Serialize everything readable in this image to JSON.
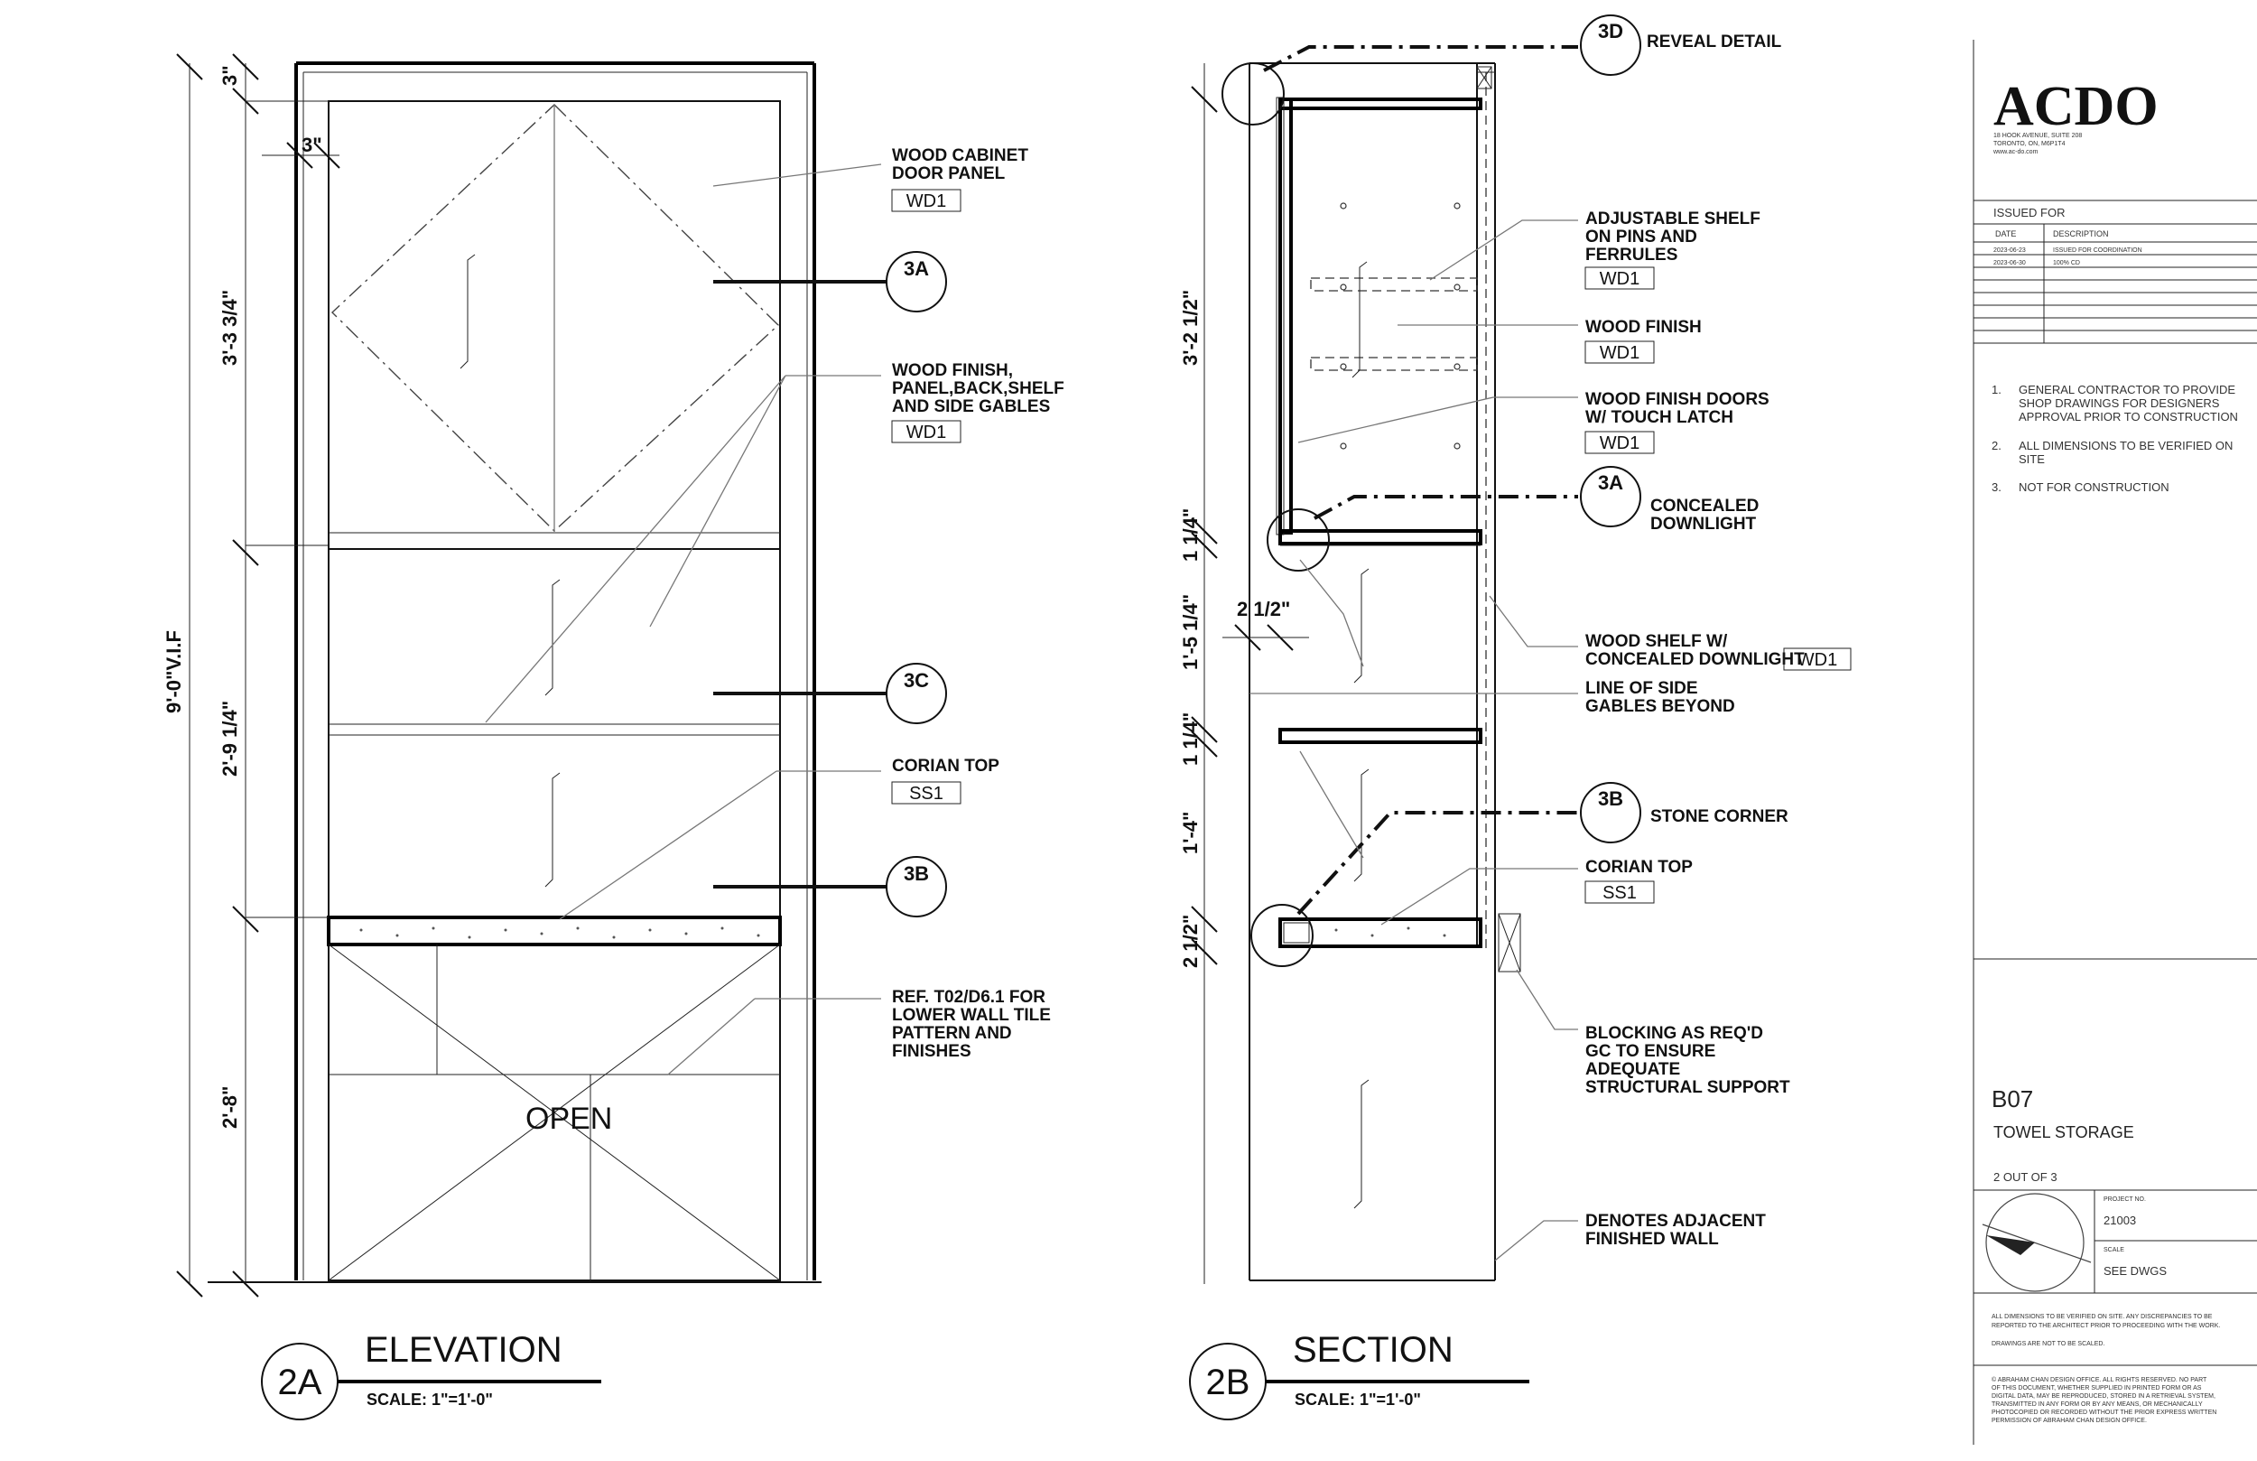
{
  "elevation": {
    "title": "ELEVATION",
    "scale": "SCALE: 1\"=1'-0\"",
    "tag": "2A",
    "dims": {
      "top": "3\"",
      "upper": "3'-3 3/4\"",
      "middle": "2'-9 1/4\"",
      "lower": "2'-8\"",
      "overall": "9'-0\"V.I.F",
      "reveal": "3\""
    },
    "open_label": "OPEN",
    "notes": [
      {
        "lines": [
          "WOOD CABINET",
          "DOOR PANEL"
        ],
        "tag": "WD1"
      },
      {
        "lines": [
          "WOOD FINISH,",
          "PANEL,BACK,SHELF",
          "AND SIDE GABLES"
        ],
        "tag": "WD1"
      },
      {
        "lines": [
          "CORIAN TOP"
        ],
        "tag": "SS1"
      },
      {
        "lines": [
          "REF. T02/D6.1 FOR",
          "LOWER WALL TILE",
          "PATTERN AND",
          "FINISHES"
        ]
      }
    ],
    "bubbles": [
      "3A",
      "3C",
      "3B"
    ]
  },
  "section": {
    "title": "SECTION",
    "scale": "SCALE: 1\"=1'-0\"",
    "tag": "2B",
    "dims": {
      "upper": "3'-2 1/2\"",
      "shelf1": "1 1/4\"",
      "middle": "1'-5 1/4\"",
      "reveal": "2 1/2\"",
      "shelf2": "1 1/4\"",
      "lower": "1'-4\"",
      "top": "2 1/2\""
    },
    "notes": [
      {
        "lines": [
          "REVEAL DETAIL"
        ],
        "bubble": "3D"
      },
      {
        "lines": [
          "ADJUSTABLE SHELF",
          "ON PINS AND",
          "FERRULES"
        ],
        "tag": "WD1"
      },
      {
        "lines": [
          "WOOD FINISH"
        ],
        "tag": "WD1"
      },
      {
        "lines": [
          "WOOD FINISH DOORS",
          "W/ TOUCH LATCH"
        ],
        "tag": "WD1"
      },
      {
        "lines": [
          "CONCEALED",
          "DOWNLIGHT"
        ],
        "bubble": "3A"
      },
      {
        "lines": [
          "WOOD SHELF W/",
          "CONCEALED DOWNLIGHT"
        ],
        "tag": "WD1"
      },
      {
        "lines": [
          "LINE OF SIDE",
          "GABLES BEYOND"
        ]
      },
      {
        "lines": [
          "STONE CORNER"
        ],
        "bubble": "3B"
      },
      {
        "lines": [
          "CORIAN TOP"
        ],
        "tag": "SS1"
      },
      {
        "lines": [
          "BLOCKING AS REQ'D",
          "GC TO ENSURE",
          "ADEQUATE",
          "STRUCTURAL SUPPORT"
        ]
      },
      {
        "lines": [
          "DENOTES ADJACENT",
          "FINISHED WALL"
        ]
      }
    ]
  },
  "title_block": {
    "firm": "ACDO",
    "address": [
      "18 HOOK AVENUE, SUITE 208",
      "TORONTO, ON, M6P1T4",
      "www.ac-do.com"
    ],
    "issued_for": "ISSUED FOR",
    "issue_headers": [
      "DATE",
      "DESCRIPTION"
    ],
    "issues": [
      {
        "date": "2023-06-23",
        "desc": "ISSUED FOR COORDINATION"
      },
      {
        "date": "2023-06-30",
        "desc": "100% CD"
      }
    ],
    "general_notes": [
      {
        "num": "1.",
        "lines": [
          "GENERAL CONTRACTOR TO PROVIDE",
          "SHOP DRAWINGS FOR DESIGNERS",
          "APPROVAL PRIOR TO CONSTRUCTION"
        ]
      },
      {
        "num": "2.",
        "lines": [
          "ALL DIMENSIONS TO BE VERIFIED ON",
          "SITE"
        ]
      },
      {
        "num": "3.",
        "lines": [
          "NOT FOR CONSTRUCTION"
        ]
      }
    ],
    "sheet_code": "B07",
    "sheet_name": "TOWEL STORAGE",
    "sheet_count": "2 OUT OF 3",
    "project_no_label": "PROJECT NO.",
    "project_no": "21003",
    "scale_label": "SCALE",
    "scale_value": "SEE DWGS",
    "disclaimer": [
      "ALL DIMENSIONS TO BE VERIFIED ON SITE. ANY DISCREPANCIES TO BE",
      "REPORTED TO THE ARCHITECT PRIOR TO PROCEEDING WITH THE WORK.",
      "DRAWINGS ARE NOT TO BE SCALED."
    ],
    "copyright": [
      "© ABRAHAM CHAN DESIGN OFFICE. ALL RIGHTS RESERVED. NO PART",
      "OF THIS DOCUMENT, WHETHER SUPPLIED IN PRINTED FORM OR AS",
      "DIGITAL DATA, MAY BE REPRODUCED, STORED IN A RETRIEVAL SYSTEM,",
      "TRANSMITTED IN ANY FORM OR BY ANY MEANS, OR MECHANICALLY",
      "PHOTOCOPIED OR RECORDED WITHOUT THE PRIOR EXPRESS WRITTEN",
      "PERMISSION OF ABRAHAM CHAN DESIGN OFFICE."
    ]
  }
}
